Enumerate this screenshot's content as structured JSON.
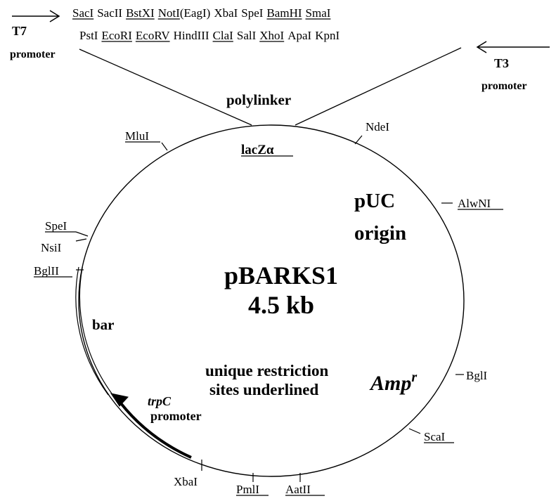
{
  "polylinker": {
    "row1": [
      {
        "label": "SacI",
        "unique": true
      },
      {
        "label": "SacII",
        "unique": false
      },
      {
        "label": "BstXI",
        "unique": true
      },
      {
        "label": "NotI",
        "unique": true
      },
      {
        "label": "(EagI)",
        "unique": false
      },
      {
        "label": "XbaI",
        "unique": false
      },
      {
        "label": "SpeI",
        "unique": false
      },
      {
        "label": "BamHI",
        "unique": true
      },
      {
        "label": "SmaI",
        "unique": true
      }
    ],
    "row2": [
      {
        "label": "PstI",
        "unique": false
      },
      {
        "label": "EcoRI",
        "unique": true
      },
      {
        "label": "EcoRV",
        "unique": true
      },
      {
        "label": "HindIII",
        "unique": false
      },
      {
        "label": "ClaI",
        "unique": true
      },
      {
        "label": "SalI",
        "unique": false
      },
      {
        "label": "XhoI",
        "unique": true
      },
      {
        "label": "ApaI",
        "unique": false
      },
      {
        "label": "KpnI",
        "unique": false
      }
    ]
  },
  "t7": {
    "name": "T7",
    "sub": "promoter"
  },
  "t3": {
    "name": "T3",
    "sub": "promoter"
  },
  "labels": {
    "polylinker": "polylinker",
    "lacz": "lacZα",
    "puc_line1": "pUC",
    "puc_line2": "origin",
    "plasmid_name": "pBARKS1",
    "plasmid_size": "4.5  kb",
    "bar": "bar",
    "unique_line1": "unique restriction",
    "unique_line2": "sites underlined",
    "amp": "Amp",
    "amp_sup": "r",
    "trpc": "trpC",
    "trpc_promoter": "promoter"
  },
  "map_sites": {
    "ndei": "NdeI",
    "mlui": "MluI",
    "alwni": "AlwNI",
    "spei": "SpeI",
    "nsii": "NsiI",
    "bglii": "BglII",
    "bgli": "BglI",
    "scai": "ScaI",
    "xbai": "XbaI",
    "pmli": "PmlI",
    "aatii": "AatII"
  },
  "colors": {
    "ink": "#000000",
    "background": "#ffffff"
  }
}
